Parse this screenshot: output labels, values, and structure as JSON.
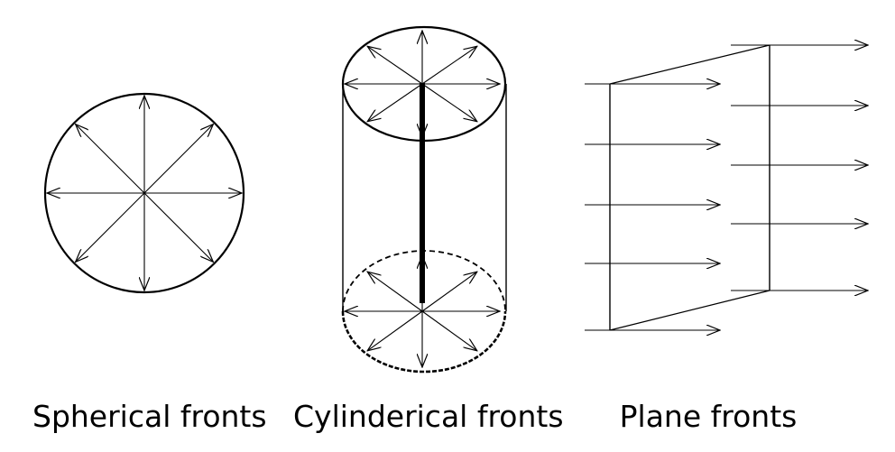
{
  "captions": {
    "spherical": "Spherical fronts",
    "cylindrical": "Cylinderical fronts",
    "plane": "Plane fronts"
  },
  "colors": {
    "stroke": "#000000",
    "background": "#ffffff"
  }
}
